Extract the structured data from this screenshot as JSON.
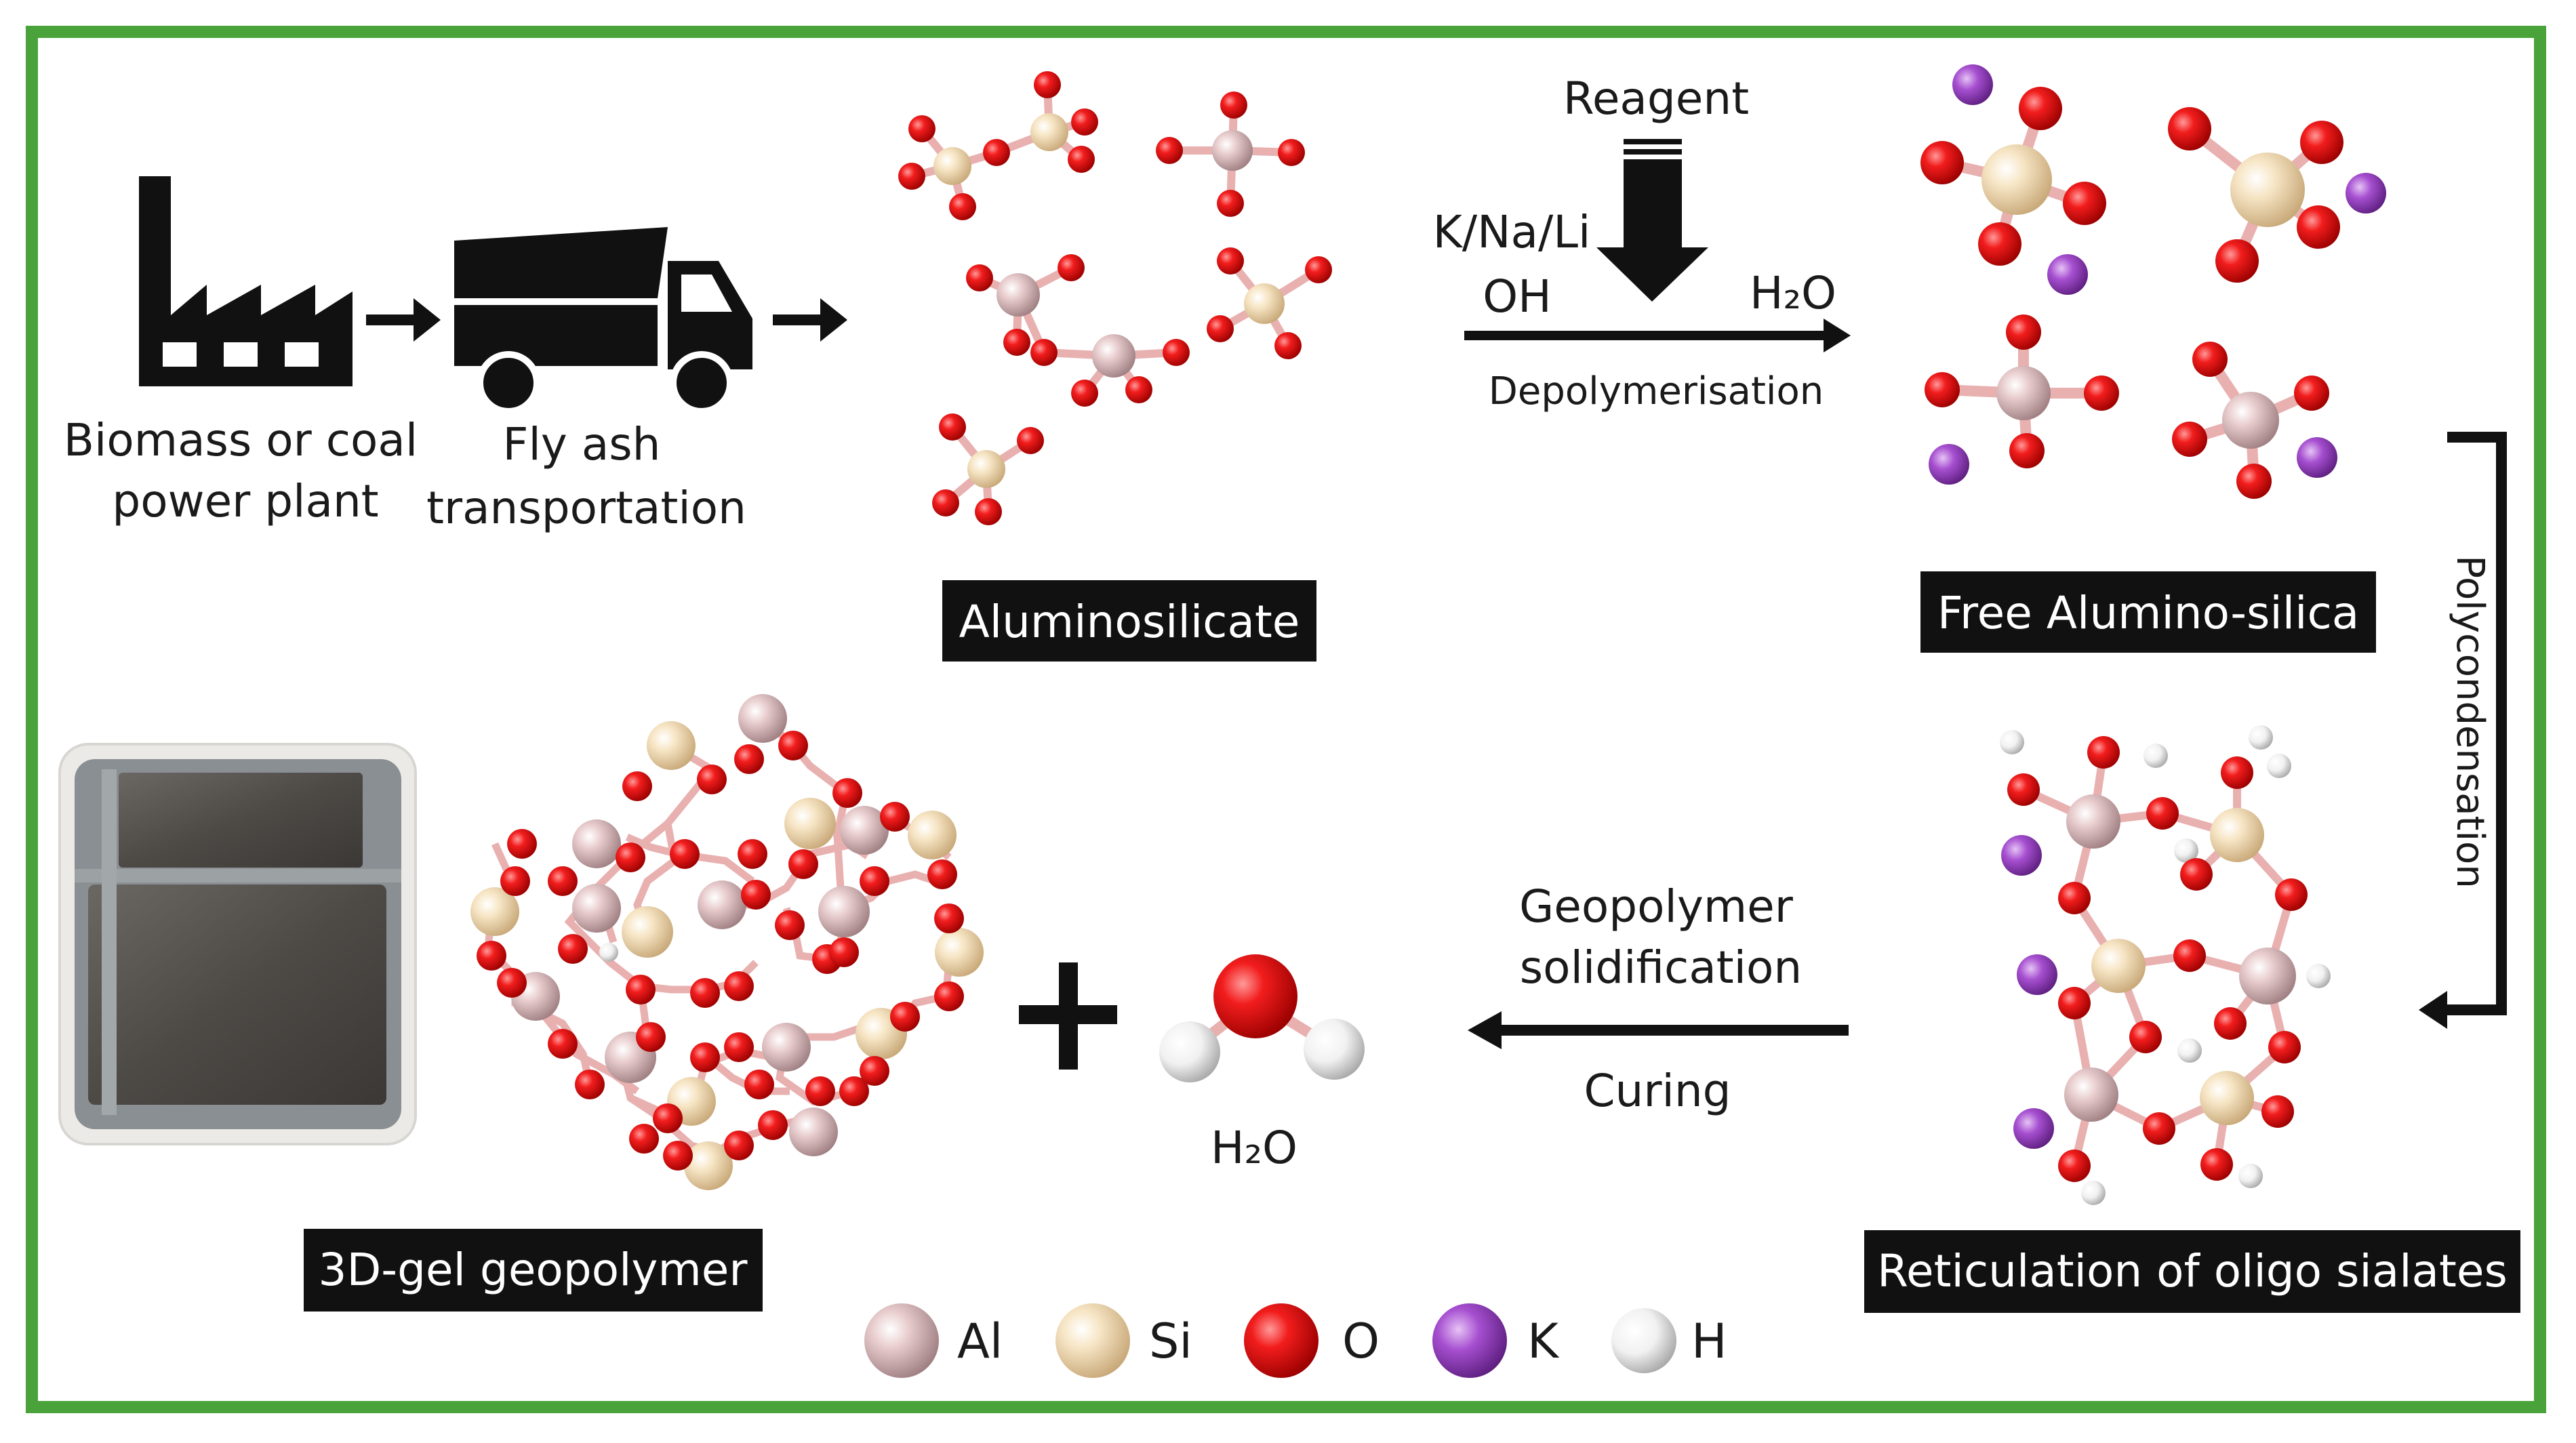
{
  "labels": {
    "power_plant_line1": "Biomass or coal",
    "power_plant_line2": "power plant",
    "fly_ash_line1": "Fly ash",
    "fly_ash_line2": "transportation",
    "reagent": "Reagent",
    "alkali": "K/Na/Li",
    "hydroxide": "OH",
    "water_out": "H₂O",
    "depolymerisation": "Depolymerisation",
    "polycondensation": "Polycondensation",
    "solidification_line1": "Geopolymer",
    "solidification_line2": "solidification",
    "curing": "Curing",
    "water_product": "H₂O"
  },
  "boxes": {
    "aluminosilicate": "Aluminosilicate",
    "free_alumino_silica": "Free Alumino-silica",
    "reticulation": "Reticulation of oligo sialates",
    "gel_geopolymer": "3D-gel geopolymer"
  },
  "legend": [
    {
      "symbol": "Al",
      "color": "#d9b6b8"
    },
    {
      "symbol": "Si",
      "color": "#f3dcb4"
    },
    {
      "symbol": "O",
      "color": "#ee1c1c"
    },
    {
      "symbol": "K",
      "color": "#a64fd0"
    },
    {
      "symbol": "H",
      "color": "#f4f4f4"
    }
  ],
  "colors": {
    "frame": "#4aa33a",
    "label_box": "#111111",
    "bond": "#e8a8a8"
  },
  "icons": [
    "factory-icon",
    "dump-truck-icon",
    "arrow-right-icon",
    "plus-icon",
    "sample-photo"
  ]
}
